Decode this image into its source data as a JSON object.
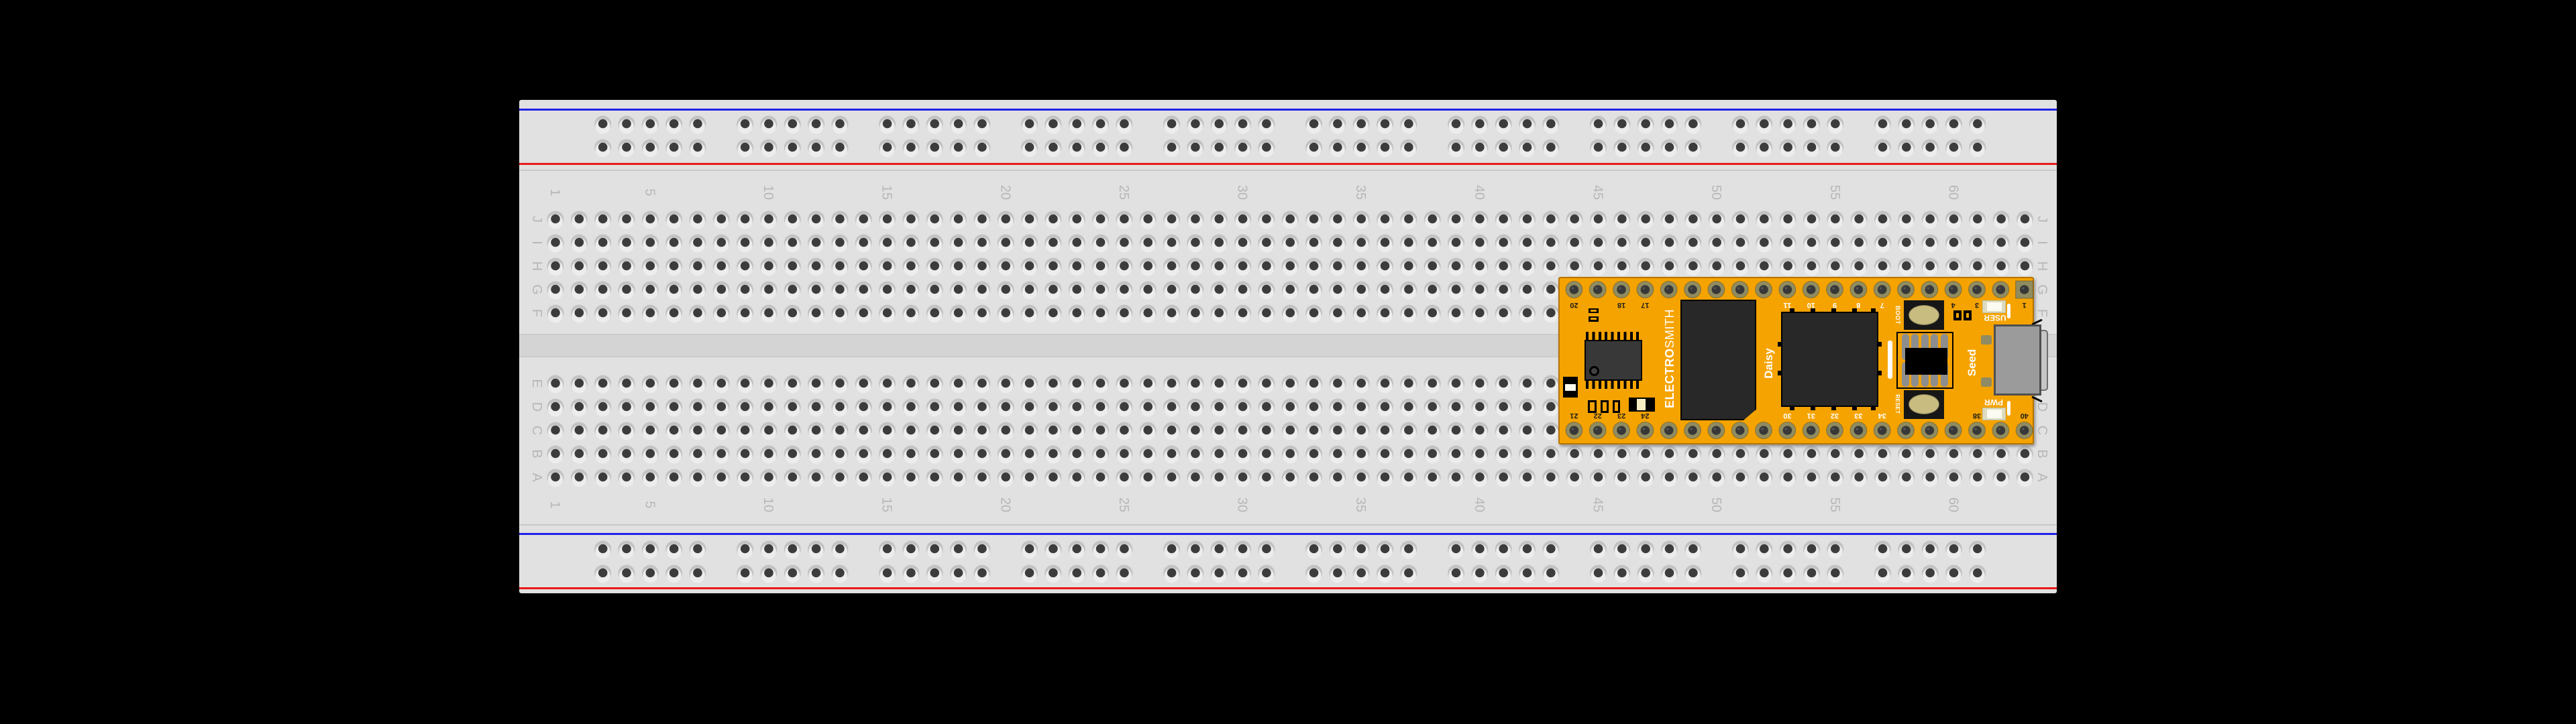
{
  "window": {
    "background": "#000000"
  },
  "breadboard": {
    "part_name": "full-size breadboard",
    "columns": 63,
    "row_letters_top": [
      "J",
      "I",
      "H",
      "G",
      "F"
    ],
    "row_letters_bottom": [
      "E",
      "D",
      "C",
      "B",
      "A"
    ],
    "column_labels": [
      {
        "col": 1,
        "text": "1"
      },
      {
        "col": 5,
        "text": "5"
      },
      {
        "col": 10,
        "text": "10"
      },
      {
        "col": 15,
        "text": "15"
      },
      {
        "col": 20,
        "text": "20"
      },
      {
        "col": 25,
        "text": "25"
      },
      {
        "col": 30,
        "text": "30"
      },
      {
        "col": 35,
        "text": "35"
      },
      {
        "col": 40,
        "text": "40"
      },
      {
        "col": 45,
        "text": "45"
      },
      {
        "col": 50,
        "text": "50"
      },
      {
        "col": 55,
        "text": "55"
      },
      {
        "col": 60,
        "text": "60"
      }
    ],
    "rail_group_count": 10,
    "rail_group_size": 5,
    "colors": {
      "body": "#E1E1E1",
      "channel": "#D4D4D4",
      "divider": "#C9C9C9",
      "rail_blue": "#2222E8",
      "rail_red": "#E81A1A",
      "label": "#B7B7B7",
      "hole_ring_dark": "#C3C3C3",
      "hole_ring_light": "#EDEDED",
      "hole_center": "#3C3C3C"
    }
  },
  "daisy_seed": {
    "part_name": "Electrosmith Daisy Seed",
    "brand_bold": "ELECTRO",
    "brand_light": "SMITH",
    "product_line1": "Daisy",
    "product_line2": "Seed",
    "boot_label": "BOOT",
    "reset_label": "RESET",
    "user_led_label": "USER",
    "power_led_label": "PWR",
    "pin_labels_top": [
      {
        "pad": 1,
        "text": "20",
        "white": false
      },
      {
        "pad": 3,
        "text": "18",
        "white": false
      },
      {
        "pad": 4,
        "text": "17",
        "white": false
      },
      {
        "pad": 10,
        "text": "11",
        "white": true
      },
      {
        "pad": 11,
        "text": "10",
        "white": true
      },
      {
        "pad": 12,
        "text": "9",
        "white": true
      },
      {
        "pad": 13,
        "text": "8",
        "white": true
      },
      {
        "pad": 14,
        "text": "7",
        "white": true
      },
      {
        "pad": 17,
        "text": "4",
        "white": false
      },
      {
        "pad": 18,
        "text": "3",
        "white": false
      },
      {
        "pad": 20,
        "text": "1",
        "white": false
      }
    ],
    "pin_labels_bottom": [
      {
        "pad": 1,
        "text": "21",
        "white": false
      },
      {
        "pad": 2,
        "text": "22",
        "white": false
      },
      {
        "pad": 3,
        "text": "23",
        "white": false
      },
      {
        "pad": 4,
        "text": "24",
        "white": false
      },
      {
        "pad": 10,
        "text": "30",
        "white": true
      },
      {
        "pad": 11,
        "text": "31",
        "white": true
      },
      {
        "pad": 12,
        "text": "32",
        "white": true
      },
      {
        "pad": 13,
        "text": "33",
        "white": true
      },
      {
        "pad": 14,
        "text": "34",
        "white": true
      },
      {
        "pad": 18,
        "text": "38",
        "white": false
      },
      {
        "pad": 20,
        "text": "40",
        "white": false
      }
    ],
    "colors": {
      "pcb": "#F5A300",
      "pad_ring": "#908C60",
      "pad_center": "#383838",
      "chip_body": "#282828",
      "silk_dark": "#1C1C1C",
      "silk_white": "#FFFFFF",
      "button_cap": "#C9BC80",
      "pill": "#8E8E8E",
      "usb_gray": "#9B9B9B"
    }
  }
}
